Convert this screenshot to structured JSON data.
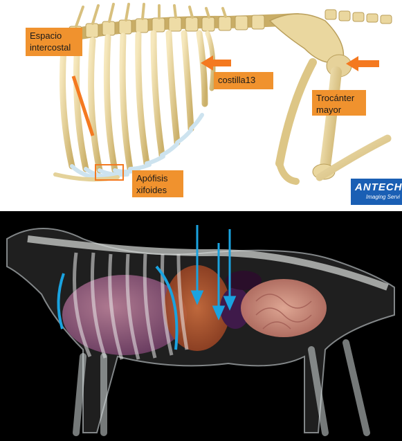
{
  "top_panel": {
    "labels": {
      "espacio": "Espacio\nintercostal",
      "costilla": "costilla13",
      "trocanter": "Trocánter\nmayor",
      "apofisis": "Apófisis\nxifoides"
    },
    "logo": {
      "main": "ANTECH",
      "sub": "Imaging Servi"
    }
  },
  "colors": {
    "label_bg": "#f0922e",
    "arrow": "#f47920",
    "bone": "#e8d49a",
    "bone_shadow": "#b99e5a",
    "cartilage": "#cde3ef",
    "logo_bg": "#1a5fb4",
    "marker_blue": "#1aa3e0"
  }
}
